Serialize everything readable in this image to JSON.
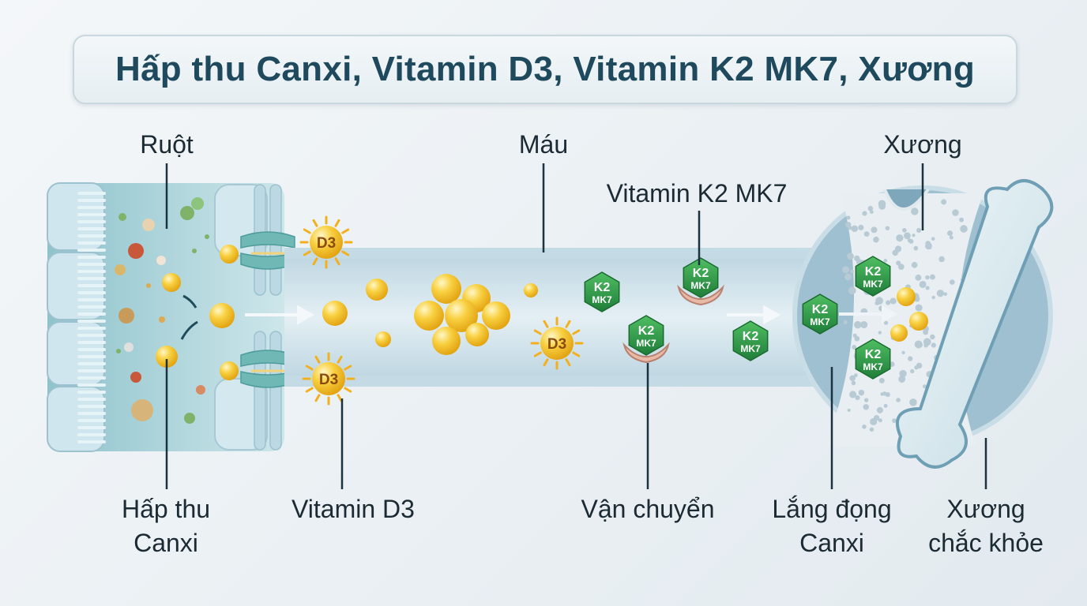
{
  "title": "Hấp thu Canxi, Vitamin D3, Vitamin K2 MK7, Xương",
  "labels": {
    "intestine": "Ruột",
    "blood": "Máu",
    "k2": "Vitamin K2 MK7",
    "bone": "Xương",
    "absorb": [
      "Hấp thu",
      "Canxi"
    ],
    "d3": "Vitamin D3",
    "transport": "Vận chuyển",
    "deposit": [
      "Lắng đọng",
      "Canxi"
    ],
    "strong": [
      "Xương",
      "chắc khỏe"
    ]
  },
  "badges": {
    "d3": "D3",
    "k2_top": "K2",
    "k2_bottom": "MK7"
  },
  "colors": {
    "title": "#1f4a5e",
    "calcium": "#f7c531",
    "k2": "#2f9a4a",
    "d3": "#f2b01e",
    "tissue": "#a9d3da",
    "vessel": "#cfe0e8"
  }
}
